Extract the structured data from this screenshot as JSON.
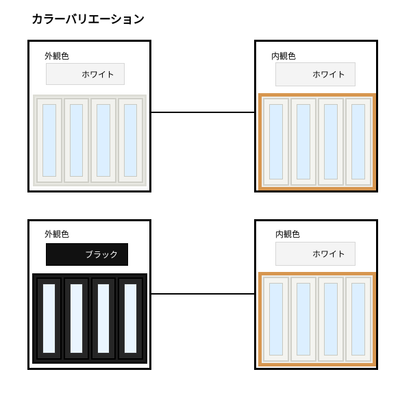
{
  "title": "カラーバリエーション",
  "variations": [
    {
      "exterior": {
        "label": "外観色",
        "color_name": "ホワイト",
        "swatch_color": "#f4f4f4",
        "window": "white-frame-window"
      },
      "interior": {
        "label": "内観色",
        "color_name": "ホワイト",
        "swatch_color": "#f4f4f4",
        "window": "white-frame-wood-casing-window"
      }
    },
    {
      "exterior": {
        "label": "外観色",
        "color_name": "ブラック",
        "swatch_color": "#111111",
        "window": "black-frame-window"
      },
      "interior": {
        "label": "内観色",
        "color_name": "ホワイト",
        "swatch_color": "#f4f4f4",
        "window": "white-frame-wood-casing-window"
      }
    }
  ],
  "colors": {
    "wood_casing": "#d7964f",
    "glass": "#dcefff",
    "border": "#000000"
  }
}
